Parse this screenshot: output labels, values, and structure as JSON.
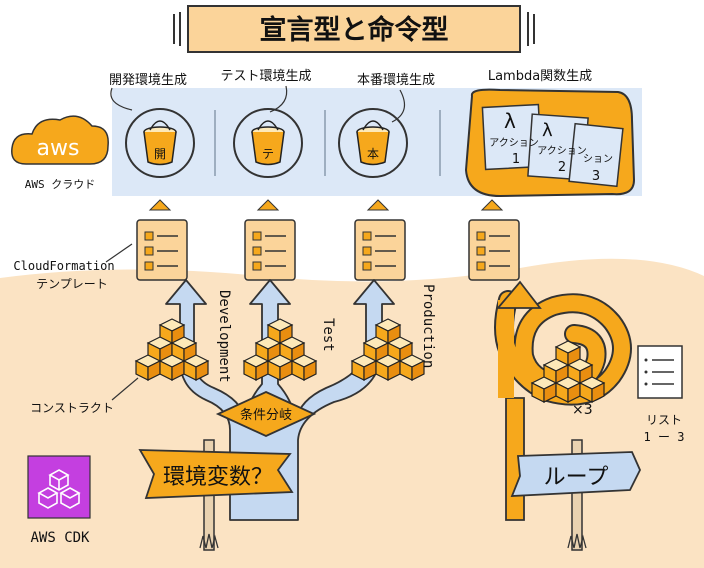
{
  "title": "宣言型と命令型",
  "aws": {
    "logo_text": "aws",
    "cloud_label": "AWS クラウド"
  },
  "environments": [
    {
      "label": "開発環境生成",
      "bucket_mark": "開"
    },
    {
      "label": "テスト環境生成",
      "bucket_mark": "テ"
    },
    {
      "label": "本番環境生成",
      "bucket_mark": "本"
    }
  ],
  "lambda": {
    "label": "Lambda関数生成",
    "cards": [
      {
        "symbol": "λ",
        "text": "アクション",
        "num": "1"
      },
      {
        "symbol": "λ",
        "text": "アクション",
        "num": "2"
      },
      {
        "symbol": "",
        "text": "ション",
        "num": "3"
      }
    ]
  },
  "cloudformation_label_1": "CloudFormation",
  "cloudformation_label_2": "テンプレート",
  "construct_label": "コンストラクト",
  "branches": [
    "Development",
    "Test",
    "Production"
  ],
  "condition_label": "条件分岐",
  "loop_count": "×3",
  "list_label_1": "リスト",
  "list_label_2": "1 ー 3",
  "signs": {
    "left": "環境変数？",
    "right": "ループ"
  },
  "cdk": {
    "label": "AWS CDK"
  },
  "colors": {
    "accent_orange": "#f6a81c",
    "sand": "#fbe3c3",
    "sky": "#dce8f7",
    "arrow_blue": "#c5d9f1",
    "cdk_purple": "#c43fe0"
  }
}
